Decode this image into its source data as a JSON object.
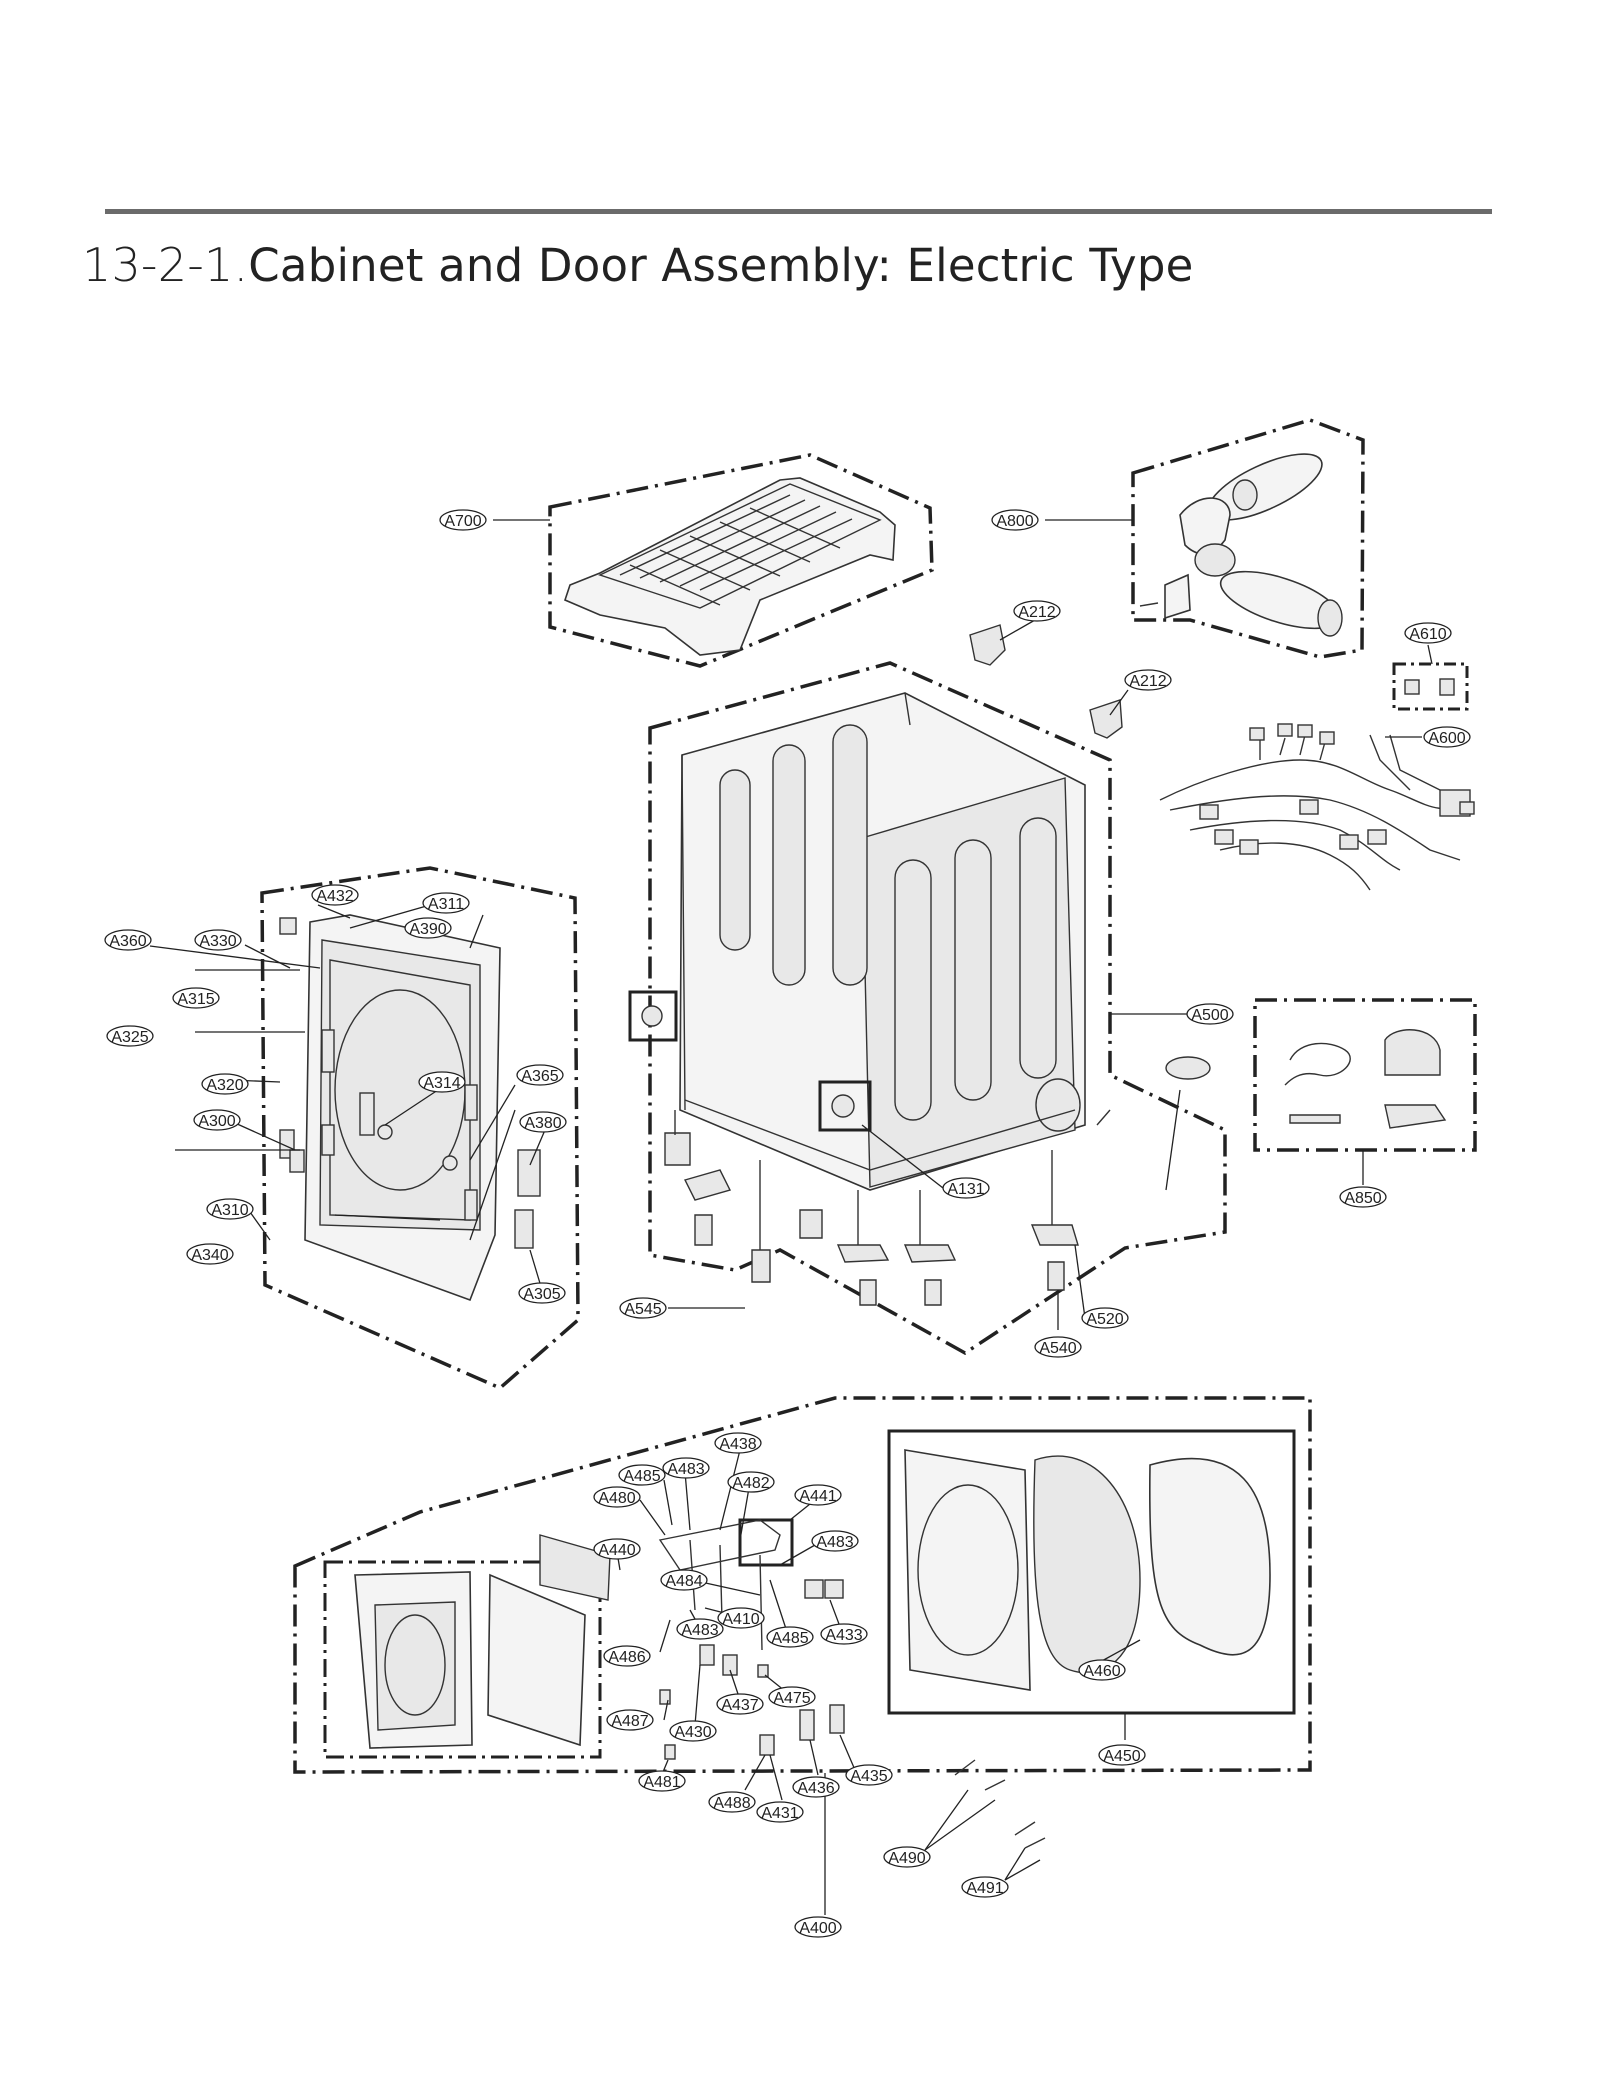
{
  "page": {
    "section_number": "13-2-1.",
    "section_title": "Cabinet and Door Assembly: Electric Type"
  },
  "labels": {
    "a700": "A700",
    "a800": "A800",
    "a212_1": "A212",
    "a212_2": "A212",
    "a610": "A610",
    "a600": "A600",
    "a500": "A500",
    "a850": "A850",
    "a131": "A131",
    "a545": "A545",
    "a520": "A520",
    "a540": "A540",
    "a432": "A432",
    "a311": "A311",
    "a390": "A390",
    "a360": "A360",
    "a330": "A330",
    "a315": "A315",
    "a325": "A325",
    "a314": "A314",
    "a365": "A365",
    "a320": "A320",
    "a300": "A300",
    "a380": "A380",
    "a310": "A310",
    "a340": "A340",
    "a305": "A305",
    "a438": "A438",
    "a485_1": "A485",
    "a483_1": "A483",
    "a482": "A482",
    "a480": "A480",
    "a441": "A441",
    "a440": "A440",
    "a483_2": "A483",
    "a484": "A484",
    "a410": "A410",
    "a483_3": "A483",
    "a485_2": "A485",
    "a433": "A433",
    "a486": "A486",
    "a437": "A437",
    "a475": "A475",
    "a487": "A487",
    "a430": "A430",
    "a481": "A481",
    "a488": "A488",
    "a431": "A431",
    "a436": "A436",
    "a435": "A435",
    "a460": "A460",
    "a450": "A450",
    "a490": "A490",
    "a491": "A491",
    "a400": "A400"
  }
}
